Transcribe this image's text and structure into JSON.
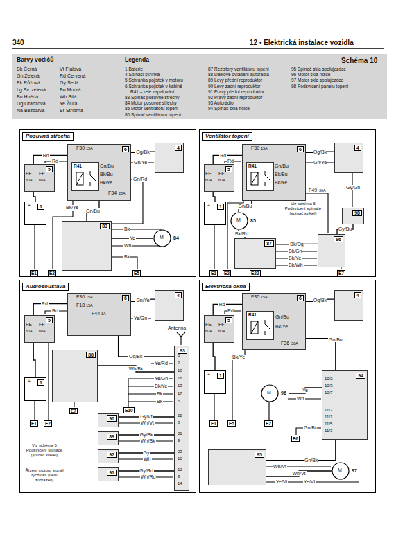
{
  "diagram": {
    "title": "Schéma 10",
    "nodes": [
      {
        "text": [
          "Barvy vodičů",
          "Legenda"
        ]
      },
      {
        "text": [
          "Posuvná střecha"
        ]
      },
      {
        "text": [
          "6"
        ],
        "in": 1
      },
      {
        "text": [
          "R41"
        ],
        "in": 2
      },
      {
        "text": [
          "4"
        ],
        "in": 1
      },
      {
        "text": [
          "5"
        ],
        "in": 1
      },
      {
        "text": [
          "1"
        ],
        "in": 1
      },
      {
        "text": [
          "83"
        ],
        "in": 1
      },
      {
        "text": [
          "84"
        ],
        "in": 1
      },
      {
        "text": [
          "Ventilátor topení"
        ]
      },
      {
        "text": [
          "6"
        ],
        "in": 9
      },
      {
        "text": [
          "R41"
        ],
        "in": 10
      },
      {
        "text": [
          "4"
        ],
        "in": 9
      },
      {
        "text": [
          "5"
        ],
        "in": 9
      },
      {
        "text": [
          "1"
        ],
        "in": 9
      },
      {
        "text": [
          "85"
        ],
        "in": 9
      },
      {
        "text": [
          "87"
        ],
        "in": 9
      },
      {
        "text": [
          "86"
        ],
        "in": 9
      },
      {
        "text": [
          "98"
        ],
        "in": 9
      },
      {
        "text": [
          "Audiosoustava"
        ]
      },
      {
        "text": [
          "6"
        ],
        "in": 19
      },
      {
        "text": [
          "4"
        ],
        "in": 19
      },
      {
        "text": [
          "5"
        ],
        "in": 19
      },
      {
        "text": [
          "1"
        ],
        "in": 19
      },
      {
        "text": [
          "88"
        ],
        "in": 19
      },
      {
        "text": [
          "90"
        ],
        "in": 19
      },
      {
        "text": [
          "89"
        ],
        "in": 19
      },
      {
        "text": [
          "92"
        ],
        "in": 19
      },
      {
        "text": [
          "91"
        ],
        "in": 19
      },
      {
        "text": [
          "93"
        ],
        "in": 19
      },
      {
        "text": [
          "Elektrická okna"
        ]
      },
      {
        "text": [
          "6"
        ],
        "in": 30
      },
      {
        "text": [
          "R41"
        ],
        "in": 31
      },
      {
        "text": [
          "4"
        ],
        "in": 30
      },
      {
        "text": [
          "5"
        ],
        "in": 30
      },
      {
        "text": [
          "1"
        ],
        "in": 30
      },
      {
        "text": [
          "94"
        ],
        "in": 30
      },
      {
        "text": [
          "96"
        ],
        "in": 30
      },
      {
        "text": [
          "95"
        ],
        "in": 30
      },
      {
        "text": [
          "97"
        ],
        "in": 30
      }
    ],
    "edges": [
      {
        "from": 4,
        "to": 2,
        "arrow": "none",
        "label": "Og/Bk"
      },
      {
        "from": 5,
        "to": 2,
        "arrow": "none",
        "label": "Rd"
      },
      {
        "from": 6,
        "to": 5,
        "arrow": "none"
      },
      {
        "from": 2,
        "to": 7,
        "arrow": "none",
        "label": "Gn/Bu"
      },
      {
        "from": 7,
        "to": 8,
        "arrow": "none",
        "label": "Ye"
      },
      {
        "from": 12,
        "to": 10,
        "arrow": "none",
        "label": "Og/Bk"
      },
      {
        "from": 13,
        "to": 10,
        "arrow": "none",
        "label": "Rd"
      },
      {
        "from": 14,
        "to": 13,
        "arrow": "none"
      },
      {
        "from": 10,
        "to": 15,
        "arrow": "none",
        "label": "Gn/Bu"
      },
      {
        "from": 15,
        "to": 16,
        "arrow": "none",
        "label": "Bk/Rd"
      },
      {
        "from": 16,
        "to": 17,
        "arrow": "none",
        "label": "Bk/Og"
      },
      {
        "from": 17,
        "to": 18,
        "arrow": "none",
        "label": "Gy/Bu"
      },
      {
        "from": 21,
        "to": 20,
        "arrow": "none",
        "label": "Gn/Ye"
      },
      {
        "from": 22,
        "to": 20,
        "arrow": "none",
        "label": "Rd"
      },
      {
        "from": 23,
        "to": 22,
        "arrow": "none"
      },
      {
        "from": 20,
        "to": 29,
        "arrow": "none",
        "label": "Og/Bk"
      },
      {
        "from": 24,
        "to": 29,
        "arrow": "none",
        "label": "Wh/Bk"
      },
      {
        "from": 25,
        "to": 29,
        "arrow": "none",
        "label": "Gy/Vt"
      },
      {
        "from": 26,
        "to": 29,
        "arrow": "none",
        "label": "Gy/Bk"
      },
      {
        "from": 27,
        "to": 29,
        "arrow": "none",
        "label": "Gy"
      },
      {
        "from": 28,
        "to": 29,
        "arrow": "none",
        "label": "Gy/Rd"
      },
      {
        "from": 33,
        "to": 31,
        "arrow": "none",
        "label": "Og/Bk"
      },
      {
        "from": 34,
        "to": 31,
        "arrow": "none",
        "label": "Rd"
      },
      {
        "from": 35,
        "to": 34,
        "arrow": "none"
      },
      {
        "from": 31,
        "to": 36,
        "arrow": "none",
        "label": "Gn/Bu"
      },
      {
        "from": 36,
        "to": 37,
        "arrow": "none",
        "label": "Ye"
      },
      {
        "from": 36,
        "to": 38,
        "arrow": "none",
        "label": "Gn/Bk"
      },
      {
        "from": 38,
        "to": 39,
        "arrow": "none",
        "label": "Wh/Vt"
      }
    ],
    "labels": [
      "340",
      "12 • Elektrická instalace vozidla",
      "Bk Černá",
      "Vt Fialová",
      "Gn Zelená",
      "Rd Červená",
      "Pk Růžová",
      "Gy Šedá",
      "Lg Sv. zelená",
      "Bu Modrá",
      "Bn Hnědá",
      "Wh Bílá",
      "Og Oranžová",
      "Ye Žlutá",
      "Na Bezbarvá",
      "Sr Stříbrná",
      "1 Baterie",
      "4 Spínací skříňka",
      "5 Schránka pojistek v motoru",
      "6 Schránka pojistek v kabině",
      "R41 = relé zapalování",
      "83 Spínač posuvné střechy",
      "84 Motor posuvné střechy",
      "85 Motor ventilátoru topení",
      "86 Spínač ventilátoru topení",
      "87 Rezistory ventilátoru topení",
      "88 Dálkové ovládání autorádia",
      "89 Levý přední reproduktor",
      "90 Levý zadní reproduktor",
      "91 Pravý přední reproduktor",
      "92 Pravý zadní reproduktor",
      "93 Autorádio",
      "94 Spínač skla řidiče",
      "95 Spínač skla spolujezdce",
      "96 Motor skla řidiče",
      "97 Motor skla spolujezdce",
      "98 Podsvícení panelu topení",
      "Rd",
      "F30",
      "15A",
      "Gn/Bu",
      "Bk/Bu",
      "Bk/Ye",
      "F34",
      "20A",
      "Gn/Ye",
      "Gn/Rd",
      "FE",
      "60A",
      "FF",
      "60A",
      "+",
      "−",
      "Bk/Ye",
      "Bk",
      "Wh",
      "Bk",
      "M",
      "E1",
      "E2",
      "E5",
      "Rd",
      "F30",
      "15A",
      "Gn/Bu",
      "Bk/Bu",
      "Bk/Ye",
      "F49",
      "30A",
      "Gn/Ye",
      "Gy/Gn",
      "Viz schéma 6 Podsvícení spínače (spínač světel)",
      "FE",
      "60A",
      "FF",
      "60A",
      "+",
      "−",
      "Bk/Gn",
      "Bk/Ye",
      "Bk/Wh",
      "M",
      "E1",
      "E2",
      "E22",
      "E7",
      "Rd",
      "F30",
      "15A",
      "F18",
      "15A",
      "F44",
      "3A",
      "Ye/Gn",
      "FE",
      "60A",
      "FF",
      "60A",
      "+",
      "−",
      "Ye/Rd",
      "Ye/Gn",
      "Bk/Ye",
      "Bk",
      "Bk",
      "6",
      "2",
      "18",
      "16",
      "13",
      "17",
      "5",
      "22",
      "8",
      "21",
      "9",
      "23",
      "10",
      "12",
      "3",
      "14",
      "Wh/Vt",
      "Wh/Bk",
      "Wh",
      "Wh/Rd",
      "Antenna",
      "E7",
      "E10",
      "E1",
      "E2",
      "Viz schéma 6 Podsvícení spínače (spínač světel)",
      "Řízení motoru signál rychlosti (není zobrazen)",
      "Rd",
      "F30",
      "15A",
      "F36",
      "30A",
      "Gn/Bu",
      "Bk/Ye",
      "FE",
      "60A",
      "FF",
      "60A",
      "+",
      "−",
      "Bk/Ye",
      "M",
      "Wh",
      "10/2",
      "10/3",
      "10/7",
      "11/2",
      "11/1",
      "11/5",
      "11/3",
      "Gn/Bu",
      "Wh/Vt",
      "Ye/Vt",
      "Ye/Vt",
      "M",
      "E1",
      "E5",
      "E2",
      "E6"
    ]
  }
}
